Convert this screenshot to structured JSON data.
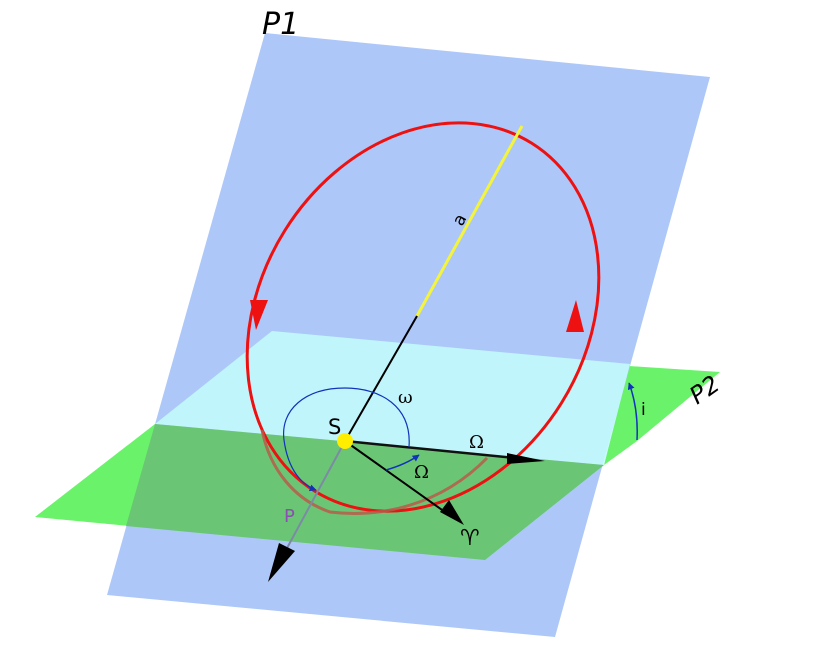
{
  "labels": {
    "plane_1": "P1",
    "plane_2": "P2",
    "semi_major_axis": "a",
    "argument_of_periapsis": "ω",
    "focus": "S",
    "ascending_node": "Ω",
    "longitude_of_node": "Ω",
    "inclination": "i",
    "periapsis": "P",
    "vernal_equinox": "♈"
  },
  "colors": {
    "orbital_plane": "#adc8f8",
    "reference_plane_light": "#c2fbfb",
    "reference_plane_green": "#6af36a",
    "orbit": "#ee1111",
    "semi_major_axis": "#f4f43a",
    "focus": "#ffee00",
    "angle_arc": "#1133bb"
  }
}
